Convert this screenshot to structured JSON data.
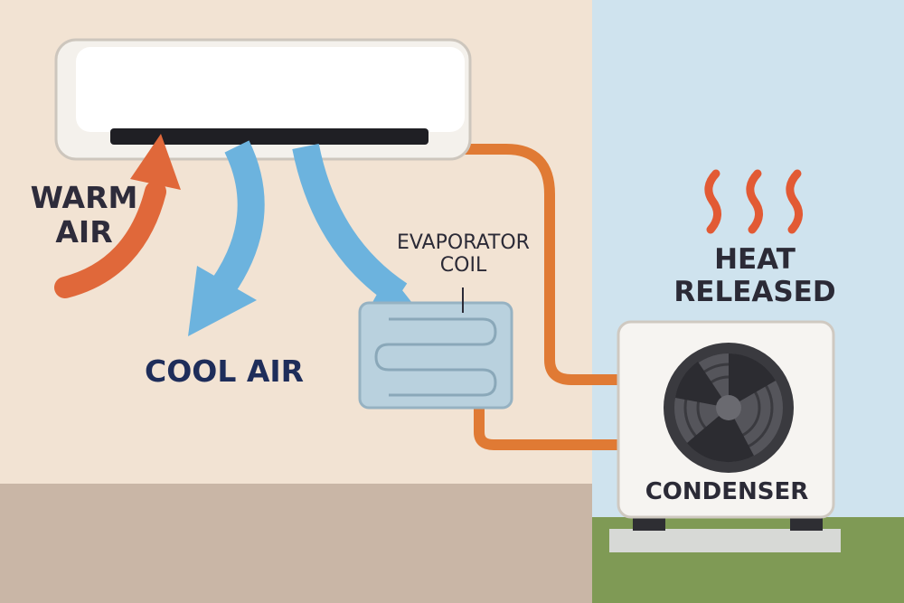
{
  "labels": {
    "warm_air_line1": "WARM",
    "warm_air_line2": "AIR",
    "cool_air": "COOL AIR",
    "evaporator_line1": "EVAPORATOR",
    "evaporator_line2": "COIL",
    "heat_line1": "HEAT",
    "heat_line2": "RELEASED",
    "condenser": "CONDENSER"
  },
  "colors": {
    "wall": "#f2e3d3",
    "sky": "#cfe3ee",
    "grass": "#7f9a55",
    "baseboard": "#c9b6a6",
    "indoor_unit": "#fbfbf9",
    "vent": "#1f1f24",
    "warm_arrow": "#e0683a",
    "cool_arrow": "#6cb3de",
    "refrigerant_pipe": "#e07a34",
    "coil_panel": "#b9d1de",
    "heat_waves": "#e25a34",
    "condenser_body": "#f6f4f1",
    "fan": "#3a3a3f",
    "text_dark": "#2b2a36",
    "text_navy": "#1e2d5a"
  },
  "icons": [
    "warm-air-arrow",
    "cool-air-arrow",
    "heat-wave-icon",
    "fan-icon"
  ]
}
